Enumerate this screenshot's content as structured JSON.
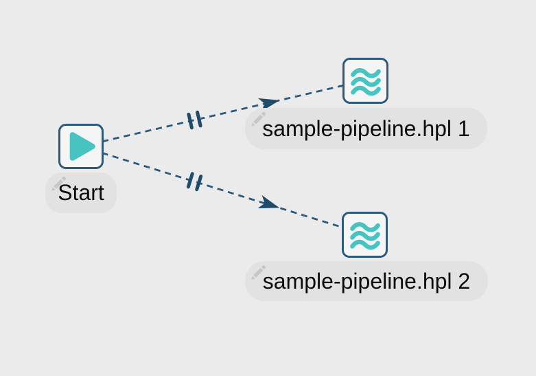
{
  "canvas": {
    "name": "workflow-canvas",
    "background_color": "#ebebeb",
    "accent_color": "#47c4c1",
    "edge_color": "#2c5a7a",
    "node_border_color": "#2e5b7c",
    "pill_color": "#e2e2e2",
    "pencil_color": "#c7c7c7"
  },
  "nodes": {
    "start": {
      "label": "Start",
      "icon": "play-icon",
      "type": "start-action"
    },
    "pipeline1": {
      "label": "sample-pipeline.hpl 1",
      "icon": "pipeline-waves-icon",
      "type": "pipeline-action"
    },
    "pipeline2": {
      "label": "sample-pipeline.hpl 2",
      "icon": "pipeline-waves-icon",
      "type": "pipeline-action"
    }
  },
  "edges": [
    {
      "from": "Start",
      "to": "sample-pipeline.hpl 1",
      "style": "dashed",
      "marker": "parallel-execution",
      "arrow": "forward"
    },
    {
      "from": "Start",
      "to": "sample-pipeline.hpl 2",
      "style": "dashed",
      "marker": "parallel-execution",
      "arrow": "forward"
    }
  ]
}
